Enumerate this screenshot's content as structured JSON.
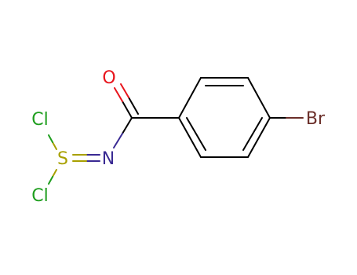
{
  "molecule": {
    "atoms": {
      "oxygen": {
        "label": "O",
        "color": "#e8141c"
      },
      "nitrogen": {
        "label": "N",
        "color": "#3a2a93"
      },
      "sulfur": {
        "label": "S",
        "color": "#a8a000"
      },
      "chlorine_top": {
        "label": "Cl",
        "color": "#1e9e1e"
      },
      "chlorine_bottom": {
        "label": "Cl",
        "color": "#1e9e1e"
      },
      "bromine": {
        "label": "Br",
        "color": "#6b2f2a"
      }
    },
    "bond_color": "#000000"
  }
}
